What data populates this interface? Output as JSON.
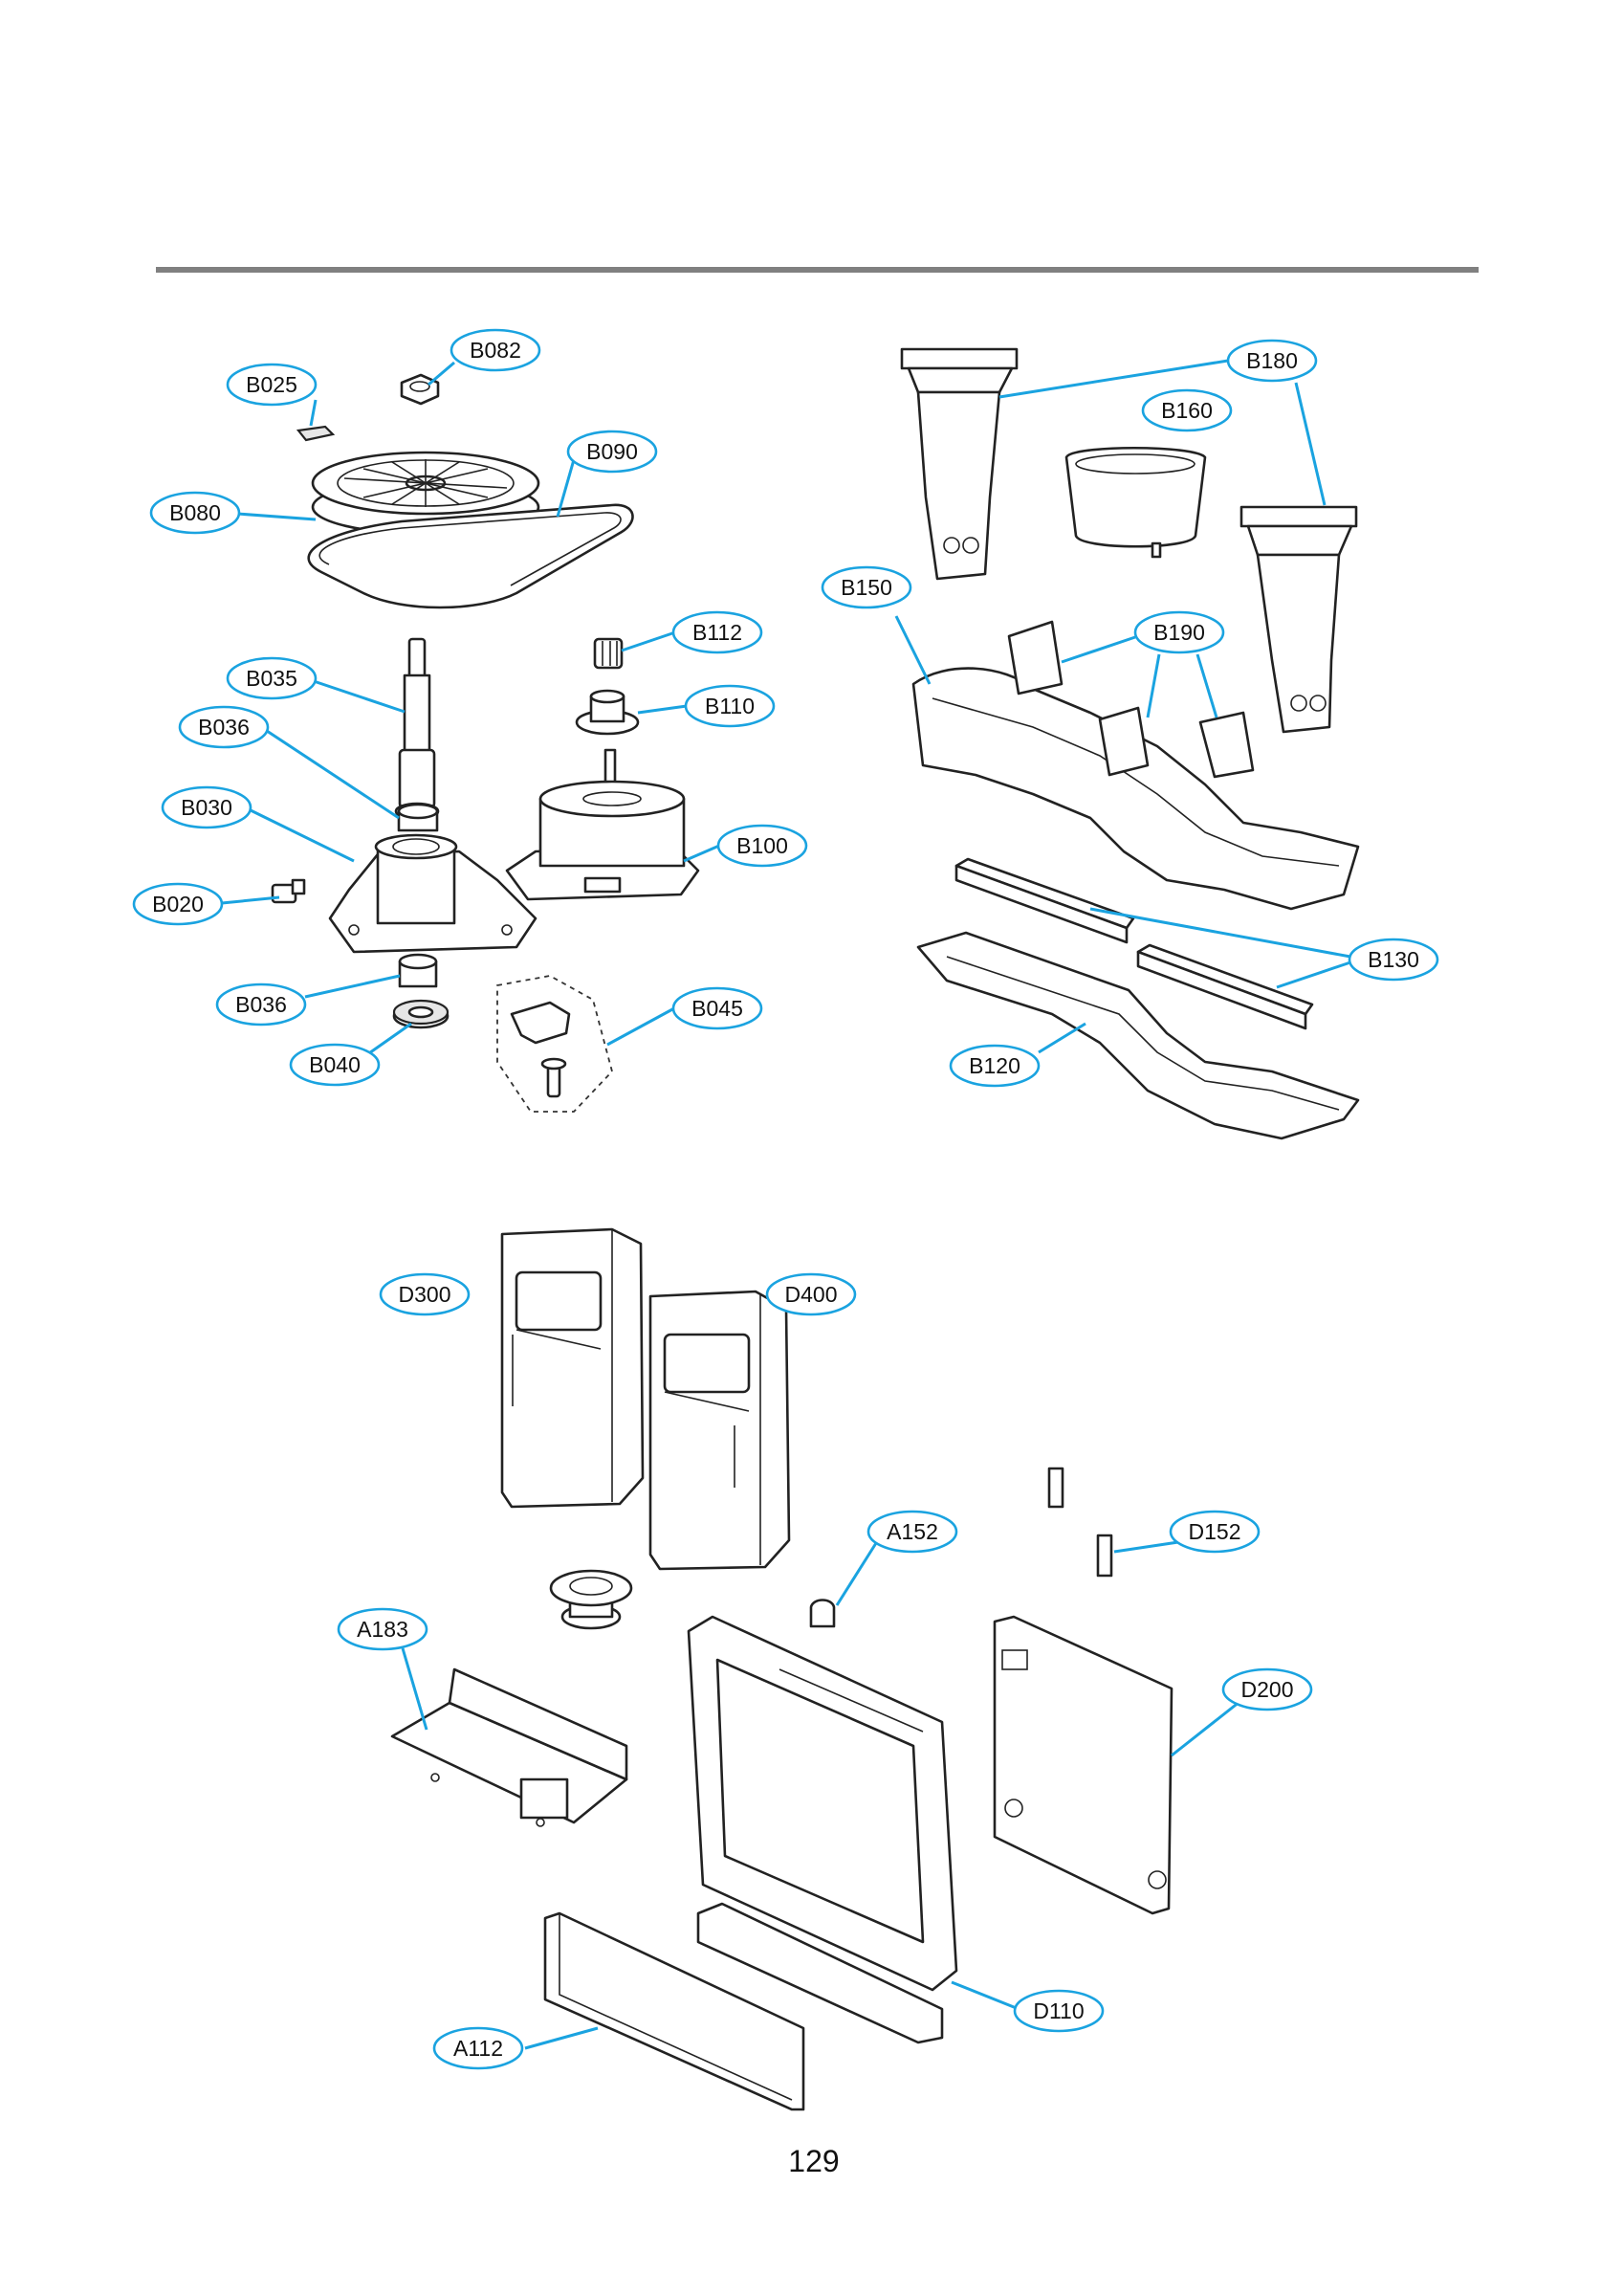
{
  "page_number": "129",
  "colors": {
    "leader": "#1aa3e0",
    "rule": "#808080",
    "outline": "#222222"
  },
  "callouts": [
    {
      "id": "B082",
      "text": "B082"
    },
    {
      "id": "B025",
      "text": "B025"
    },
    {
      "id": "B090",
      "text": "B090"
    },
    {
      "id": "B080",
      "text": "B080"
    },
    {
      "id": "B112",
      "text": "B112"
    },
    {
      "id": "B035",
      "text": "B035"
    },
    {
      "id": "B110",
      "text": "B110"
    },
    {
      "id": "B036a",
      "text": "B036"
    },
    {
      "id": "B030",
      "text": "B030"
    },
    {
      "id": "B100",
      "text": "B100"
    },
    {
      "id": "B020",
      "text": "B020"
    },
    {
      "id": "B036b",
      "text": "B036"
    },
    {
      "id": "B045",
      "text": "B045"
    },
    {
      "id": "B040",
      "text": "B040"
    },
    {
      "id": "B180",
      "text": "B180"
    },
    {
      "id": "B160",
      "text": "B160"
    },
    {
      "id": "B150",
      "text": "B150"
    },
    {
      "id": "B190",
      "text": "B190"
    },
    {
      "id": "B130",
      "text": "B130"
    },
    {
      "id": "B120",
      "text": "B120"
    },
    {
      "id": "D300",
      "text": "D300"
    },
    {
      "id": "D400",
      "text": "D400"
    },
    {
      "id": "A152",
      "text": "A152"
    },
    {
      "id": "D152",
      "text": "D152"
    },
    {
      "id": "A183",
      "text": "A183"
    },
    {
      "id": "D200",
      "text": "D200"
    },
    {
      "id": "D110",
      "text": "D110"
    },
    {
      "id": "A112",
      "text": "A112"
    }
  ]
}
